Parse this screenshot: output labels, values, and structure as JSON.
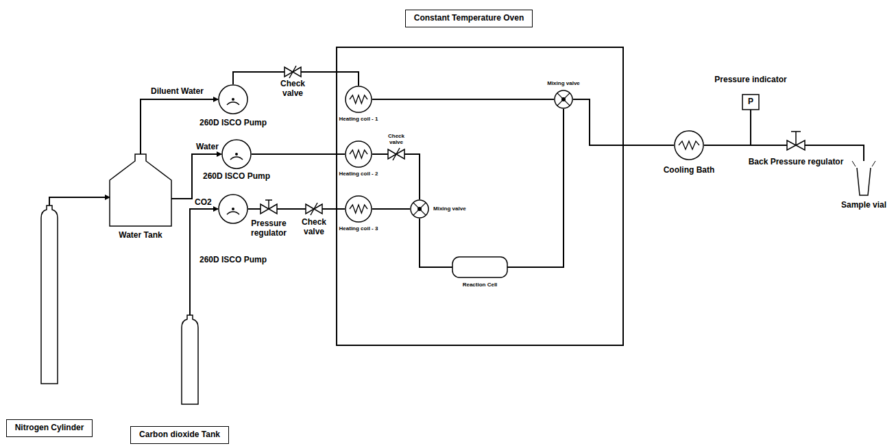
{
  "diagram": {
    "nodes": [
      {
        "text": [
          "Constant Temperature Oven"
        ]
      },
      {
        "text": [
          "Water Tank"
        ]
      },
      {
        "text": [
          "Nitrogen Cylinder"
        ]
      },
      {
        "text": [
          "Carbon dioxide Tank"
        ]
      },
      {
        "text": [
          "260D ISCO Pump"
        ]
      },
      {
        "text": [
          "260D ISCO Pump"
        ]
      },
      {
        "text": [
          "260D ISCO Pump"
        ]
      },
      {
        "text": [
          "Check valve"
        ]
      },
      {
        "text": [
          "Pressure regulator"
        ]
      },
      {
        "text": [
          "Check valve"
        ]
      },
      {
        "text": [
          "Heating coil - 1"
        ],
        "in": 0
      },
      {
        "text": [
          "Heating coil - 2"
        ],
        "in": 0
      },
      {
        "text": [
          "Heating coil - 3"
        ],
        "in": 0
      },
      {
        "text": [
          "Check valve"
        ],
        "in": 0
      },
      {
        "text": [
          "Mixing valve"
        ],
        "in": 0
      },
      {
        "text": [
          "Mixing valve"
        ],
        "in": 0
      },
      {
        "text": [
          "Reaction Cell"
        ],
        "in": 0
      },
      {
        "text": [
          "Cooling Bath"
        ]
      },
      {
        "text": [
          "Pressure indicator",
          "P"
        ]
      },
      {
        "text": [
          "Back Pressure regulator"
        ]
      },
      {
        "text": [
          "Sample vial"
        ]
      }
    ],
    "edges": [
      {
        "from": 2,
        "to": 1,
        "arrow": "to"
      },
      {
        "from": 1,
        "to": 4,
        "label": "Diluent Water",
        "arrow": "to"
      },
      {
        "from": 1,
        "to": 5,
        "label": "Water",
        "arrow": "to"
      },
      {
        "from": 3,
        "to": 6,
        "label": "CO2",
        "arrow": "to"
      },
      {
        "from": 4,
        "to": 7,
        "arrow": "none"
      },
      {
        "from": 7,
        "to": 10,
        "arrow": "none"
      },
      {
        "from": 10,
        "to": 14,
        "arrow": "none"
      },
      {
        "from": 5,
        "to": 11,
        "arrow": "none"
      },
      {
        "from": 11,
        "to": 13,
        "arrow": "none"
      },
      {
        "from": 13,
        "to": 15,
        "arrow": "none"
      },
      {
        "from": 6,
        "to": 8,
        "arrow": "none"
      },
      {
        "from": 8,
        "to": 9,
        "arrow": "none"
      },
      {
        "from": 9,
        "to": 12,
        "arrow": "none"
      },
      {
        "from": 12,
        "to": 15,
        "arrow": "none"
      },
      {
        "from": 15,
        "to": 16,
        "arrow": "none"
      },
      {
        "from": 16,
        "to": 14,
        "arrow": "none"
      },
      {
        "from": 14,
        "to": 17,
        "arrow": "none"
      },
      {
        "from": 17,
        "to": 19,
        "arrow": "none"
      },
      {
        "from": 18,
        "to": 19,
        "arrow": "none"
      },
      {
        "from": 19,
        "to": 20,
        "arrow": "none"
      }
    ]
  }
}
